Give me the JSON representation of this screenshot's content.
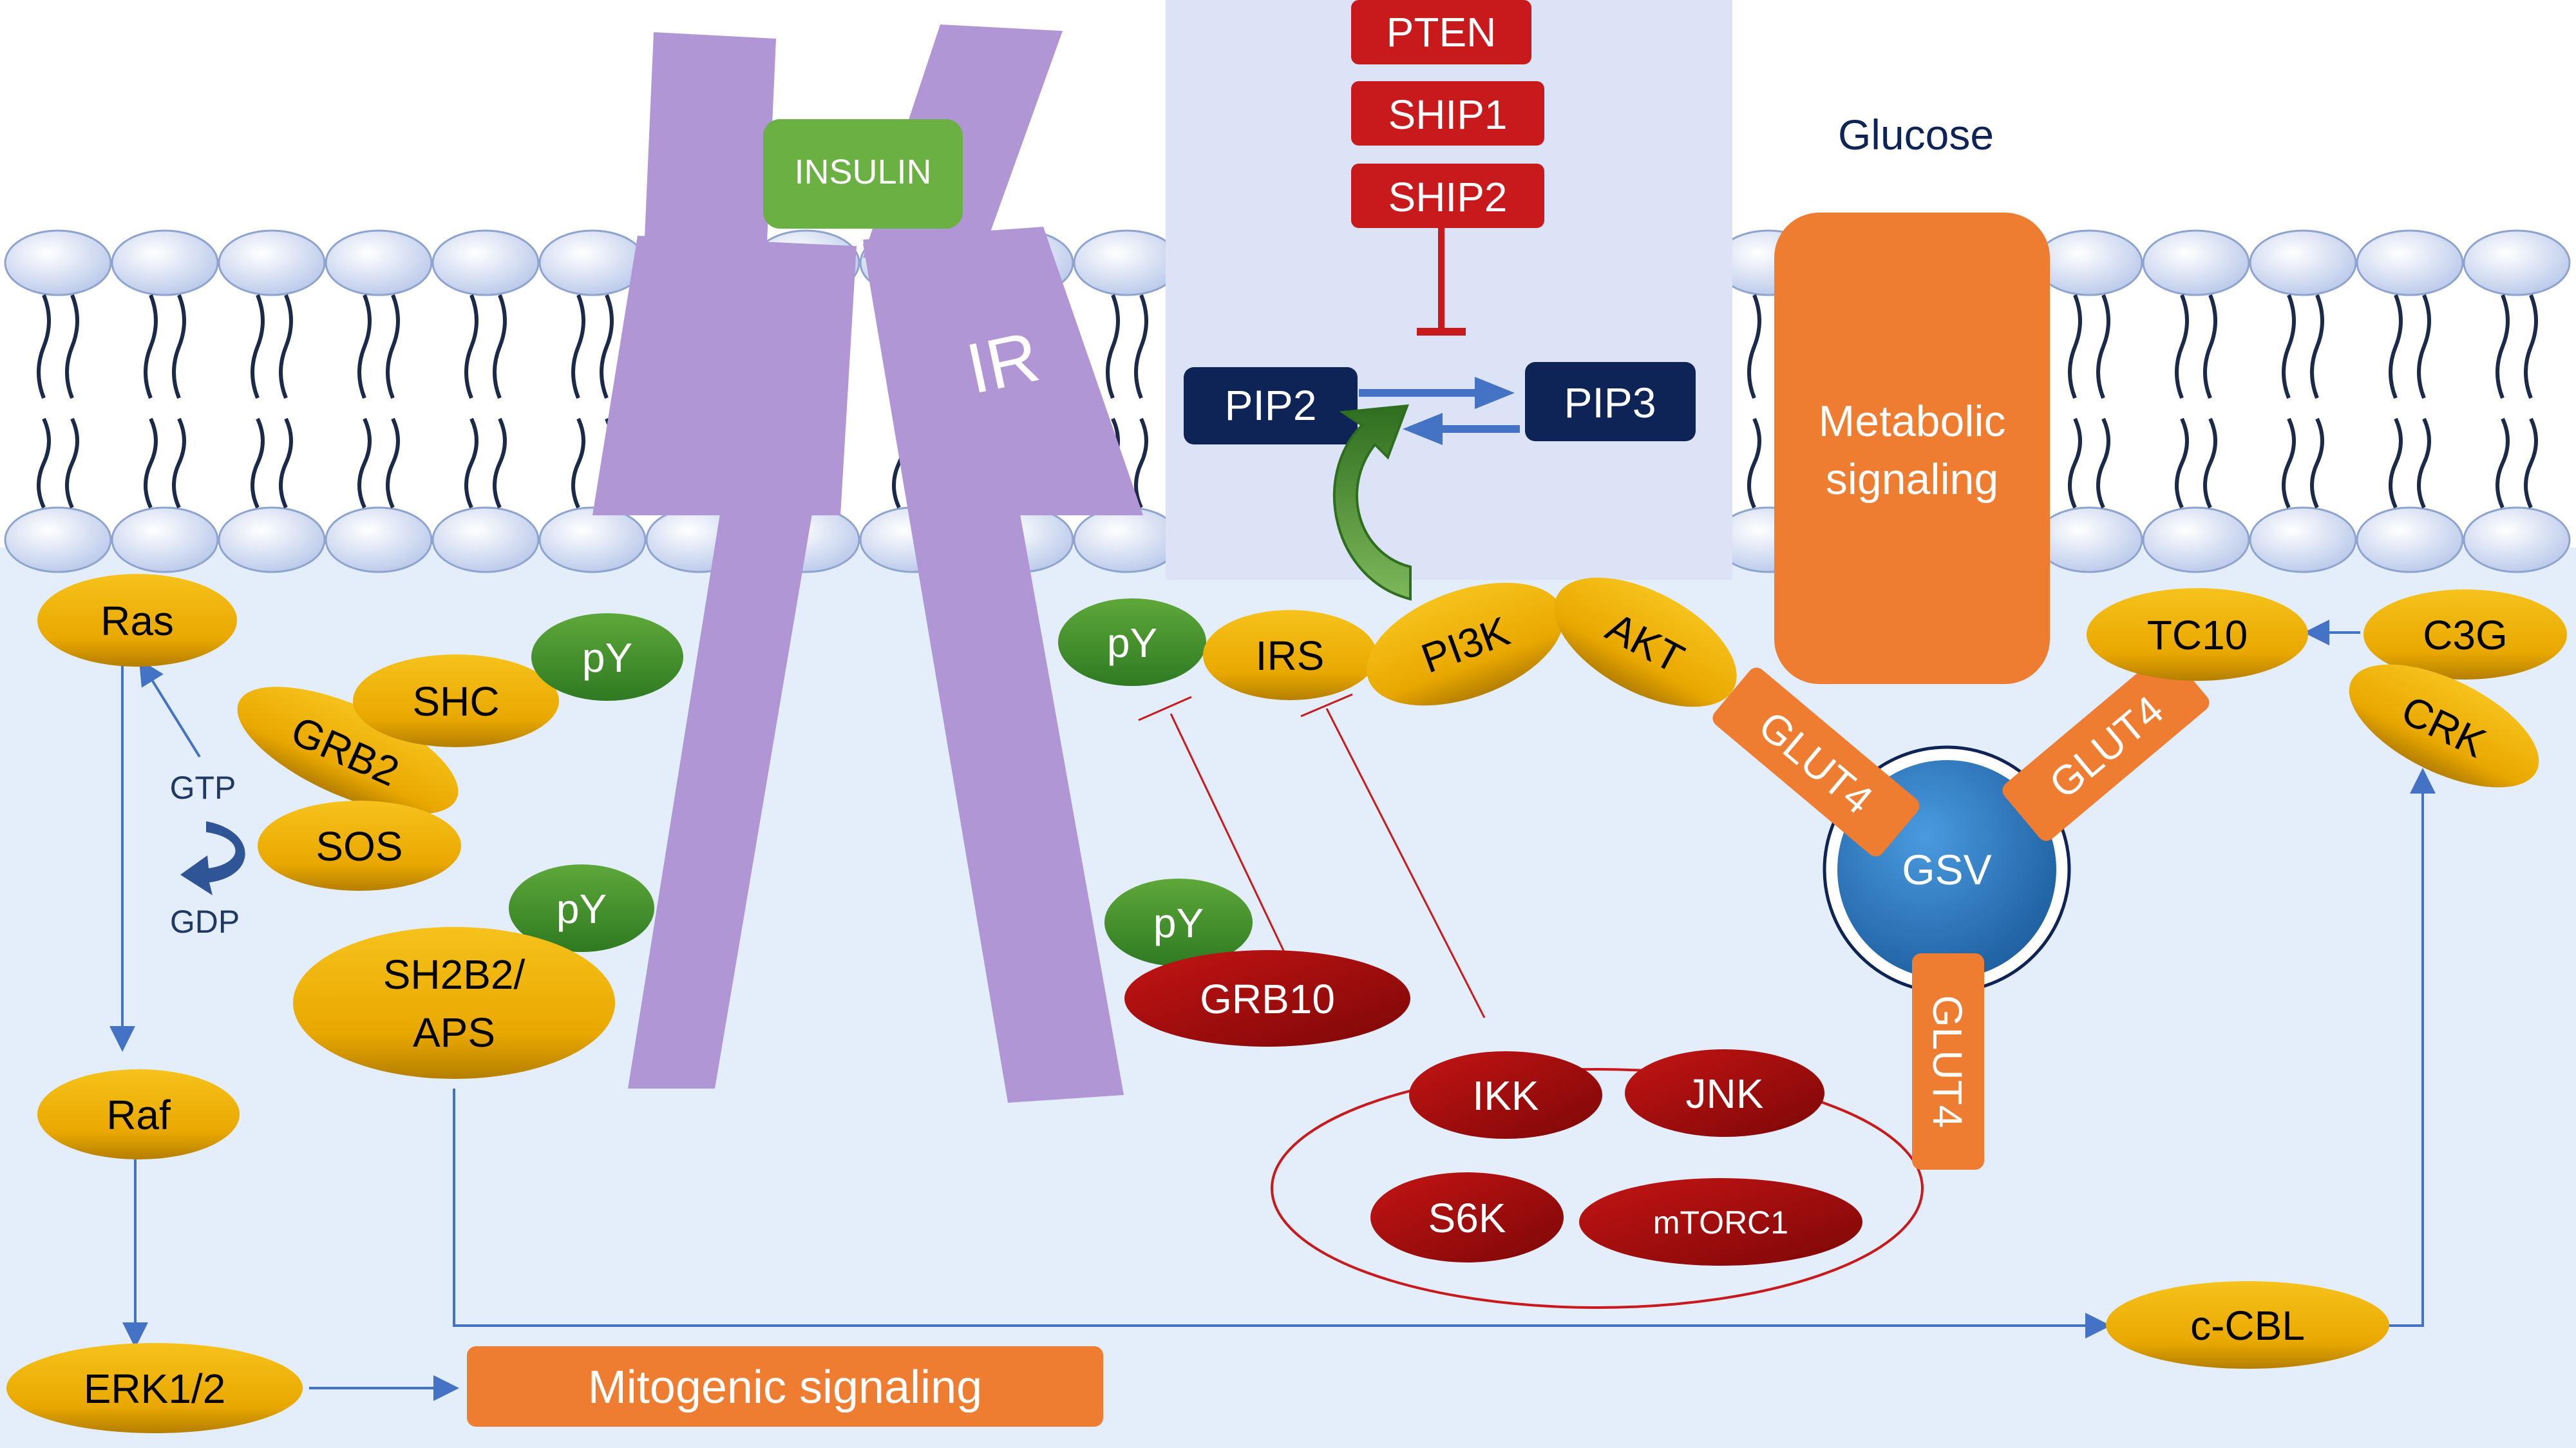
{
  "labels": {
    "insulin": "INSULIN",
    "ir": "IR",
    "pten": "PTEN",
    "ship1": "SHIP1",
    "ship2": "SHIP2",
    "pip2": "PIP2",
    "pip3": "PIP3",
    "glucose": "Glucose",
    "metabolic_line1": "Metabolic",
    "metabolic_line2": "signaling",
    "ras": "Ras",
    "gtp": "GTP",
    "gdp": "GDP",
    "grb2": "GRB2",
    "shc": "SHC",
    "sos": "SOS",
    "py": "pY",
    "sh2b2_line1": "SH2B2/",
    "sh2b2_line2": "APS",
    "raf": "Raf",
    "erk": "ERK1/2",
    "mitogenic": "Mitogenic signaling",
    "irs": "IRS",
    "pi3k": "PI3K",
    "akt": "AKT",
    "grb10": "GRB10",
    "ikk": "IKK",
    "jnk": "JNK",
    "s6k": "S6K",
    "mtorc1": "mTORC1",
    "glut4": "GLUT4",
    "gsv": "GSV",
    "tc10": "TC10",
    "c3g": "C3G",
    "crk": "CRK",
    "ccbl": "c-CBL"
  },
  "colors": {
    "membrane_bg": "#e4eefa",
    "inset_bg": "#dde3f6",
    "receptor": "#b196d6",
    "insulin": "#6bb043",
    "phospho": "#3e8e2c",
    "protein_gold": "#f2b705",
    "inhibitor_red": "#a80d0d",
    "orange": "#ef7d31",
    "navy": "#0f2456",
    "gsv_blue": "#2f7ec4",
    "arrow_blue": "#4472c4",
    "lipid_head": "#c5d3ef"
  }
}
